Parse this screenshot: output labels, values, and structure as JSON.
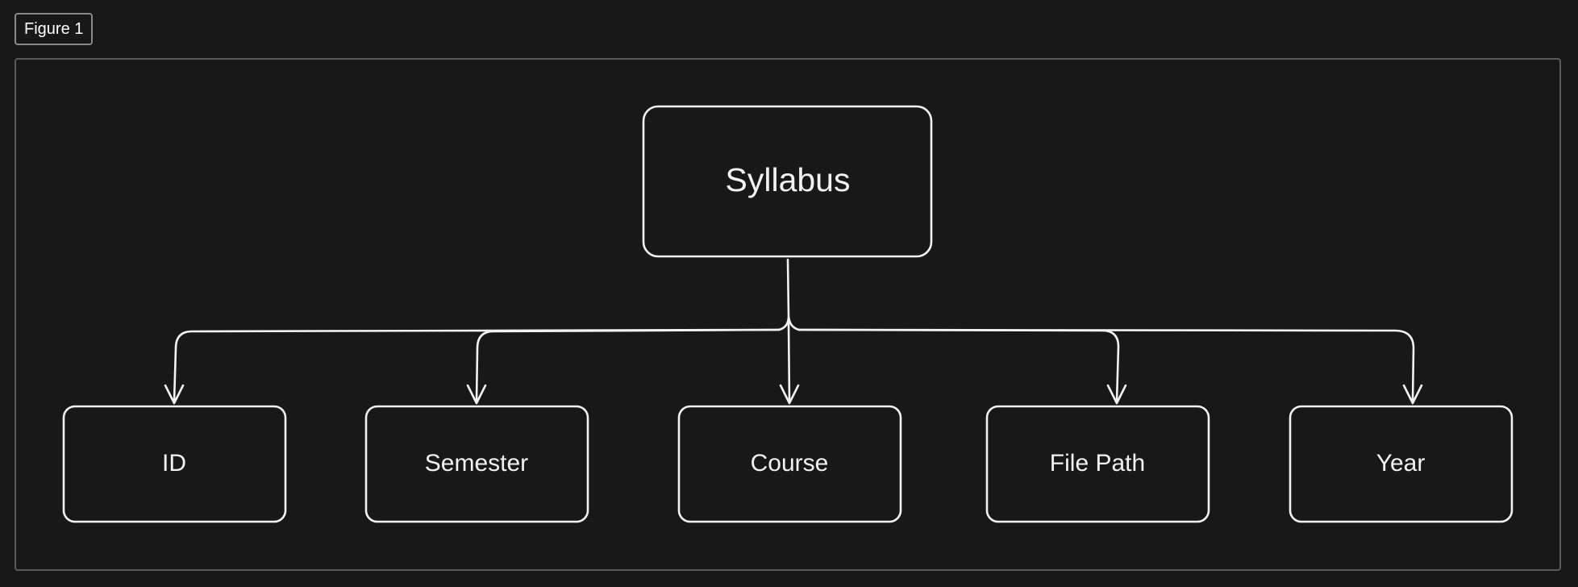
{
  "figure": {
    "tag": "Figure 1"
  },
  "diagram": {
    "root": {
      "label": "Syllabus"
    },
    "children": [
      {
        "label": "ID"
      },
      {
        "label": "Semester"
      },
      {
        "label": "Course"
      },
      {
        "label": "File Path"
      },
      {
        "label": "Year"
      }
    ],
    "colors": {
      "background": "#181818",
      "stroke": "#f2f2f2",
      "frame": "#5a5a5a",
      "tag_border": "#8a8a8a"
    }
  }
}
